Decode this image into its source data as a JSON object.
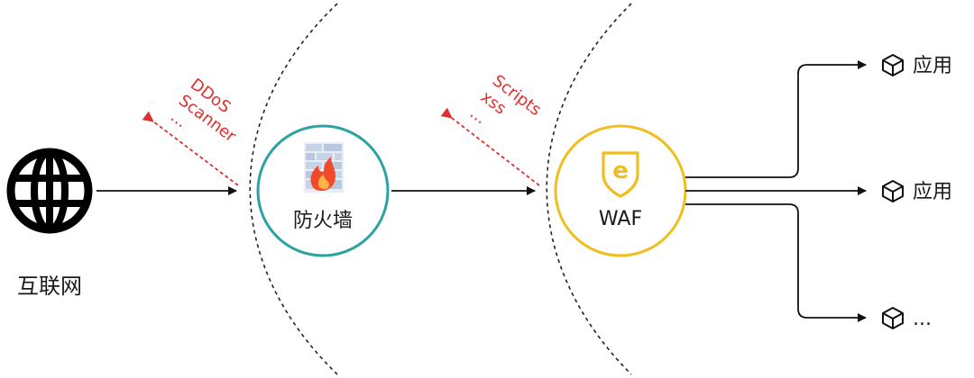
{
  "internet": {
    "label": "互联网"
  },
  "firewall": {
    "label": "防火墙"
  },
  "waf": {
    "label": "WAF"
  },
  "blocked_by_firewall": [
    "DDoS",
    "Scanner",
    "..."
  ],
  "blocked_by_waf": [
    "Scripts",
    "xss",
    "..."
  ],
  "apps": [
    {
      "label": "应用"
    },
    {
      "label": "应用"
    },
    {
      "label": "..."
    }
  ],
  "colors": {
    "firewall_ring": "#2aa3a1",
    "waf_ring": "#f0be1e",
    "blocked_arrow": "#e03030",
    "line": "#111111"
  }
}
